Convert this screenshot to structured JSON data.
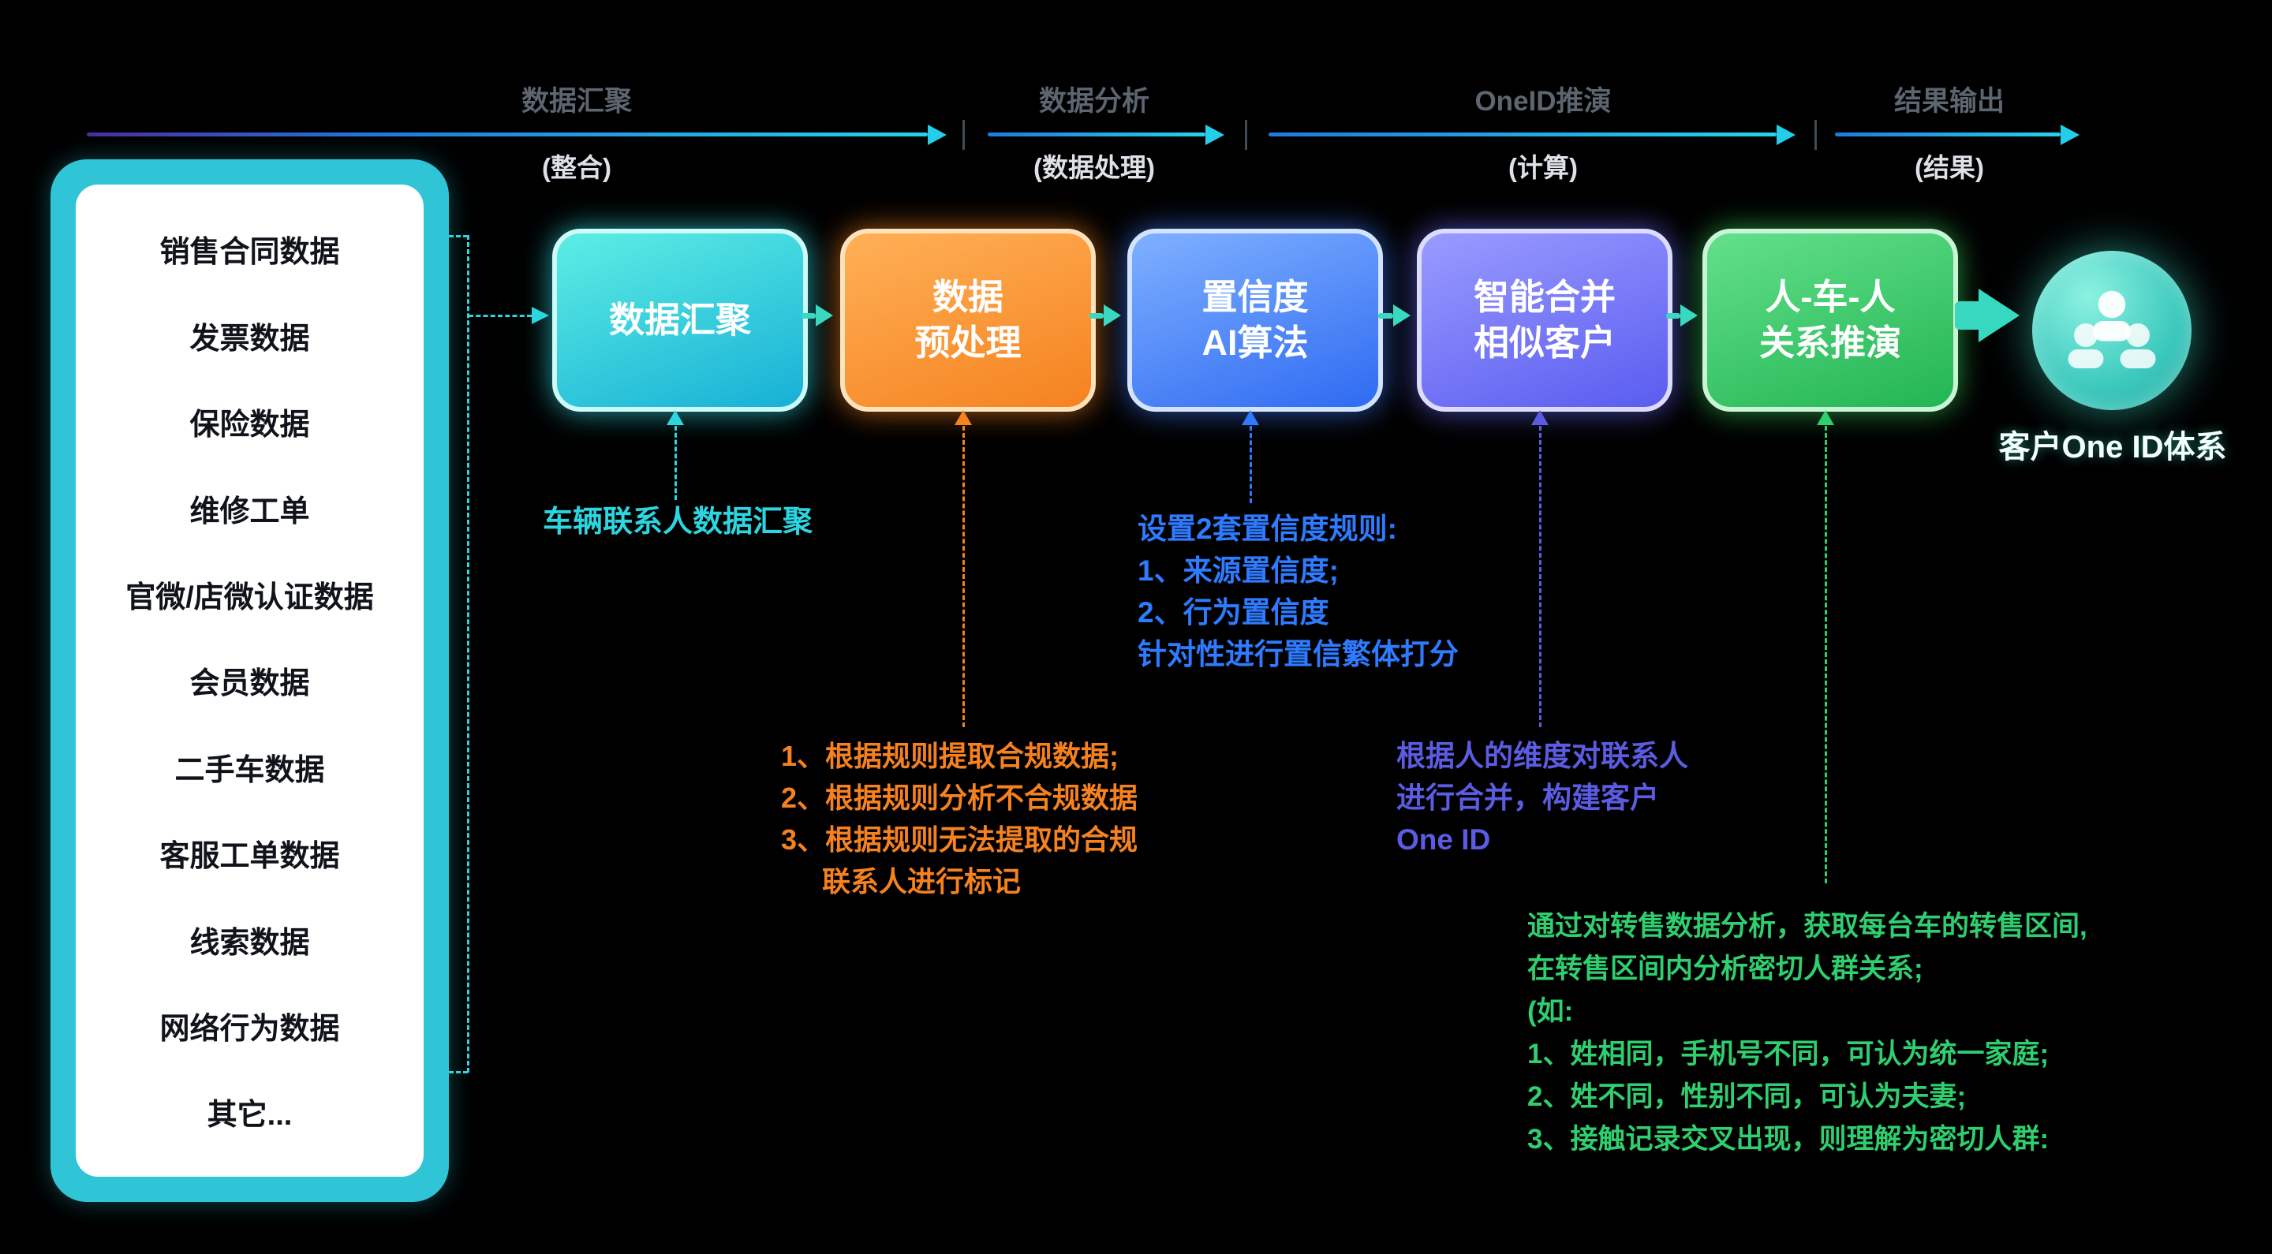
{
  "phases": [
    {
      "label": "数据汇聚",
      "sub": "(整合)"
    },
    {
      "label": "数据分析",
      "sub": "(数据处理)"
    },
    {
      "label": "OneID推演",
      "sub": "(计算)"
    },
    {
      "label": "结果输出",
      "sub": "(结果)"
    }
  ],
  "sources": [
    "销售合同数据",
    "发票数据",
    "保险数据",
    "维修工单",
    "官微/店微认证数据",
    "会员数据",
    "二手车数据",
    "客服工单数据",
    "线索数据",
    "网络行为数据",
    "其它..."
  ],
  "steps": [
    {
      "lines": [
        "数据汇聚"
      ]
    },
    {
      "lines": [
        "数据",
        "预处理"
      ]
    },
    {
      "lines": [
        "置信度",
        "AI算法"
      ]
    },
    {
      "lines": [
        "智能合并",
        "相似客户"
      ]
    },
    {
      "lines": [
        "人-车-人",
        "关系推演"
      ]
    }
  ],
  "result": {
    "label": "客户One ID体系",
    "icon": "people-icon"
  },
  "annotations": {
    "aggregation": {
      "lines": [
        "车辆联系人数据汇聚"
      ]
    },
    "preprocess": {
      "lines": [
        "1、根据规则提取合规数据;",
        "2、根据规则分析不合规数据",
        "3、根据规则无法提取的合规",
        "联系人进行标记"
      ]
    },
    "confidence": {
      "lines": [
        "设置2套置信度规则:",
        "1、来源置信度;",
        "2、行为置信度",
        "针对性进行置信繁体打分"
      ]
    },
    "merge": {
      "lines": [
        "根据人的维度对联系人",
        "进行合并，构建客户",
        "One ID"
      ]
    },
    "relation": {
      "lines": [
        "通过对转售数据分析，获取每台车的转售区间,",
        "在转售区间内分析密切人群关系;",
        "(如:",
        "1、姓相同，手机号不同，可认为统一家庭;",
        "2、姓不同，性别不同，可认为夫妻;",
        "3、接触记录交叉出现，则理解为密切人群:"
      ]
    }
  },
  "colors": {
    "cyan": "#2bd6e0",
    "orange": "#f5821f",
    "blue": "#2e7bff",
    "indigo": "#5b5ce2",
    "green": "#2fcf6f",
    "arrow": "#22d3ee"
  }
}
